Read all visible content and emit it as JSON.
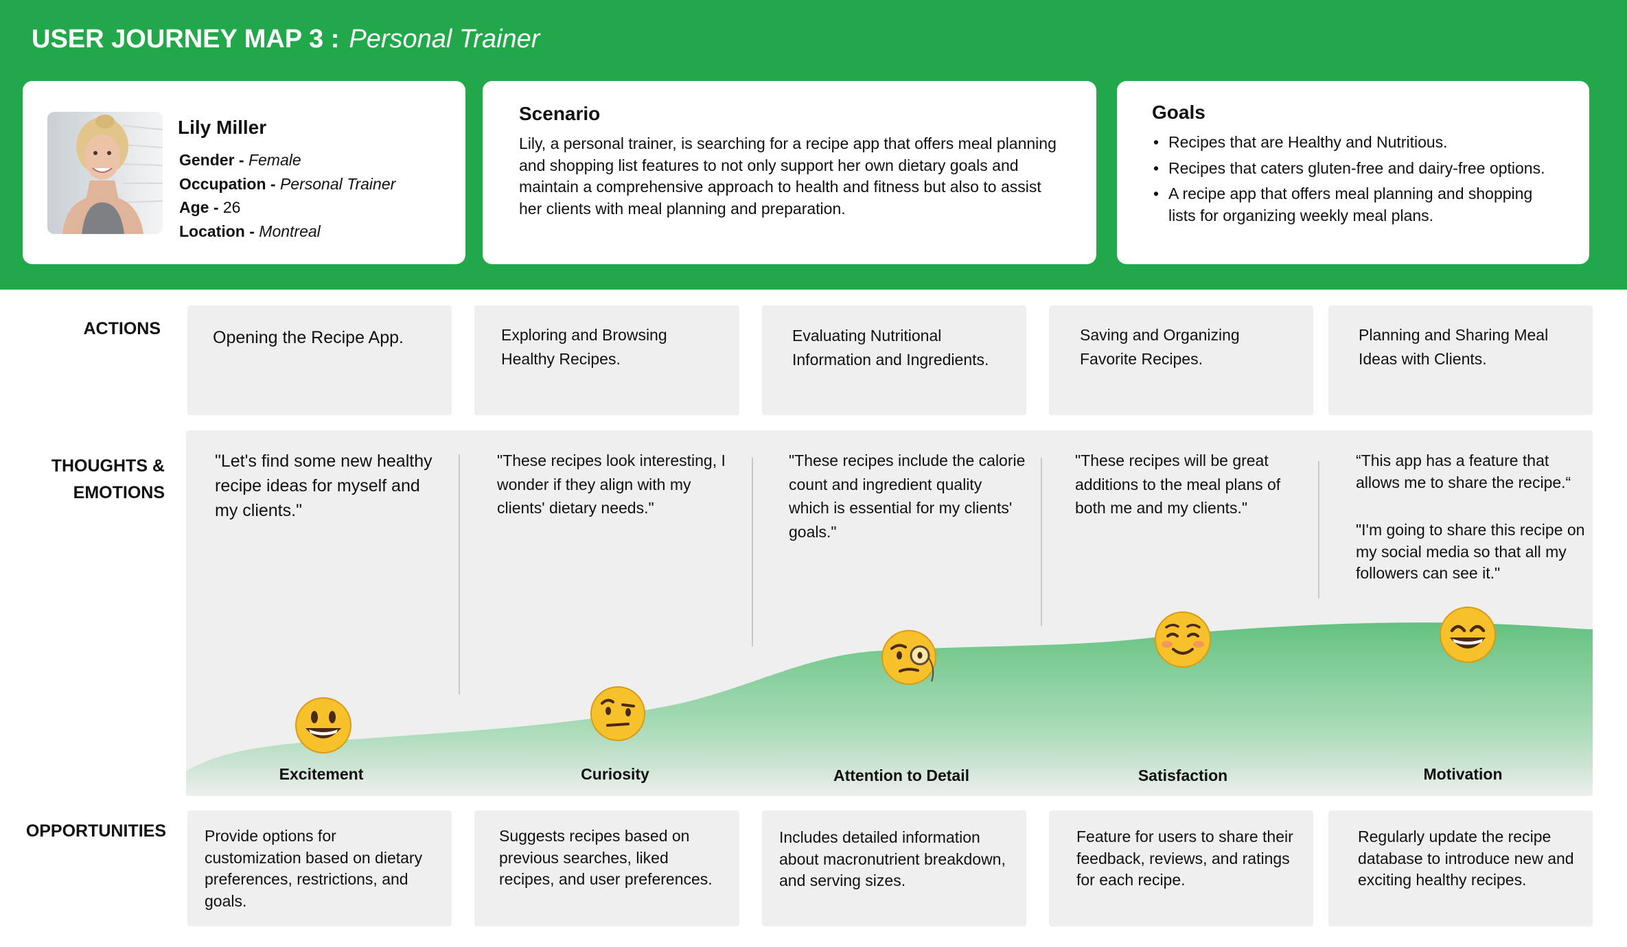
{
  "header": {
    "title_main": "USER JOURNEY MAP 3 :",
    "title_sub": "Personal Trainer",
    "band_color": "#22a84a"
  },
  "persona": {
    "name": "Lily Miller",
    "fields": [
      {
        "label": "Gender - ",
        "value": "Female"
      },
      {
        "label": "Occupation - ",
        "value": "Personal Trainer"
      },
      {
        "label": "Age - ",
        "value": "26"
      },
      {
        "label": "Location - ",
        "value": "Montreal"
      }
    ]
  },
  "scenario": {
    "heading": "Scenario",
    "text": "Lily, a personal trainer, is searching for a recipe app that offers meal planning and shopping list features to not only support her own dietary goals and maintain a comprehensive approach to health and fitness but also to assist her clients with meal planning and preparation."
  },
  "goals": {
    "heading": "Goals",
    "items": [
      "Recipes that are Healthy and Nutritious.",
      "Recipes that caters gluten-free and dairy-free options.",
      "A recipe app that offers meal planning and shopping lists for organizing weekly meal plans."
    ]
  },
  "rows": {
    "actions_label": "ACTIONS",
    "thoughts_label": "THOUGHTS & EMOTIONS",
    "opportunities_label": "OPPORTUNITIES"
  },
  "actions": [
    "Opening the Recipe App.",
    "Exploring and Browsing Healthy Recipes.",
    "Evaluating Nutritional Information and Ingredients.",
    "Saving and Organizing Favorite Recipes.",
    "Planning and Sharing Meal Ideas with Clients."
  ],
  "thoughts": [
    "\"Let's find some new healthy recipe ideas for myself and my clients.\"",
    "\"These recipes look interesting, I wonder if they align with my clients' dietary needs.\"",
    "\"These recipes include the calorie count and ingredient quality which is essential for my clients' goals.\"",
    "\"These recipes will be great additions to the meal plans of both me and my clients.\"",
    "“This app has a feature that allows me to share the recipe.“",
    "\"I'm going to share this recipe on my social media so that all my followers can see it.\""
  ],
  "emotions": [
    {
      "label": "Excitement",
      "icon": "grinning-face-icon"
    },
    {
      "label": "Curiosity",
      "icon": "raised-eyebrow-face-icon"
    },
    {
      "label": "Attention to Detail",
      "icon": "monocle-face-icon"
    },
    {
      "label": "Satisfaction",
      "icon": "smiling-blush-face-icon"
    },
    {
      "label": "Motivation",
      "icon": "grinning-smiling-eyes-icon"
    }
  ],
  "emotion_curve_color": "#5cbf7a",
  "opportunities": [
    "Provide options for customization based on dietary preferences, restrictions, and goals.",
    "Suggests recipes based on previous searches, liked recipes, and user preferences.",
    "Includes detailed information about macronutrient breakdown, and serving sizes.",
    "Feature for users to share their feedback, reviews, and ratings for each recipe.",
    "Regularly update the recipe database to introduce new and exciting healthy recipes."
  ]
}
